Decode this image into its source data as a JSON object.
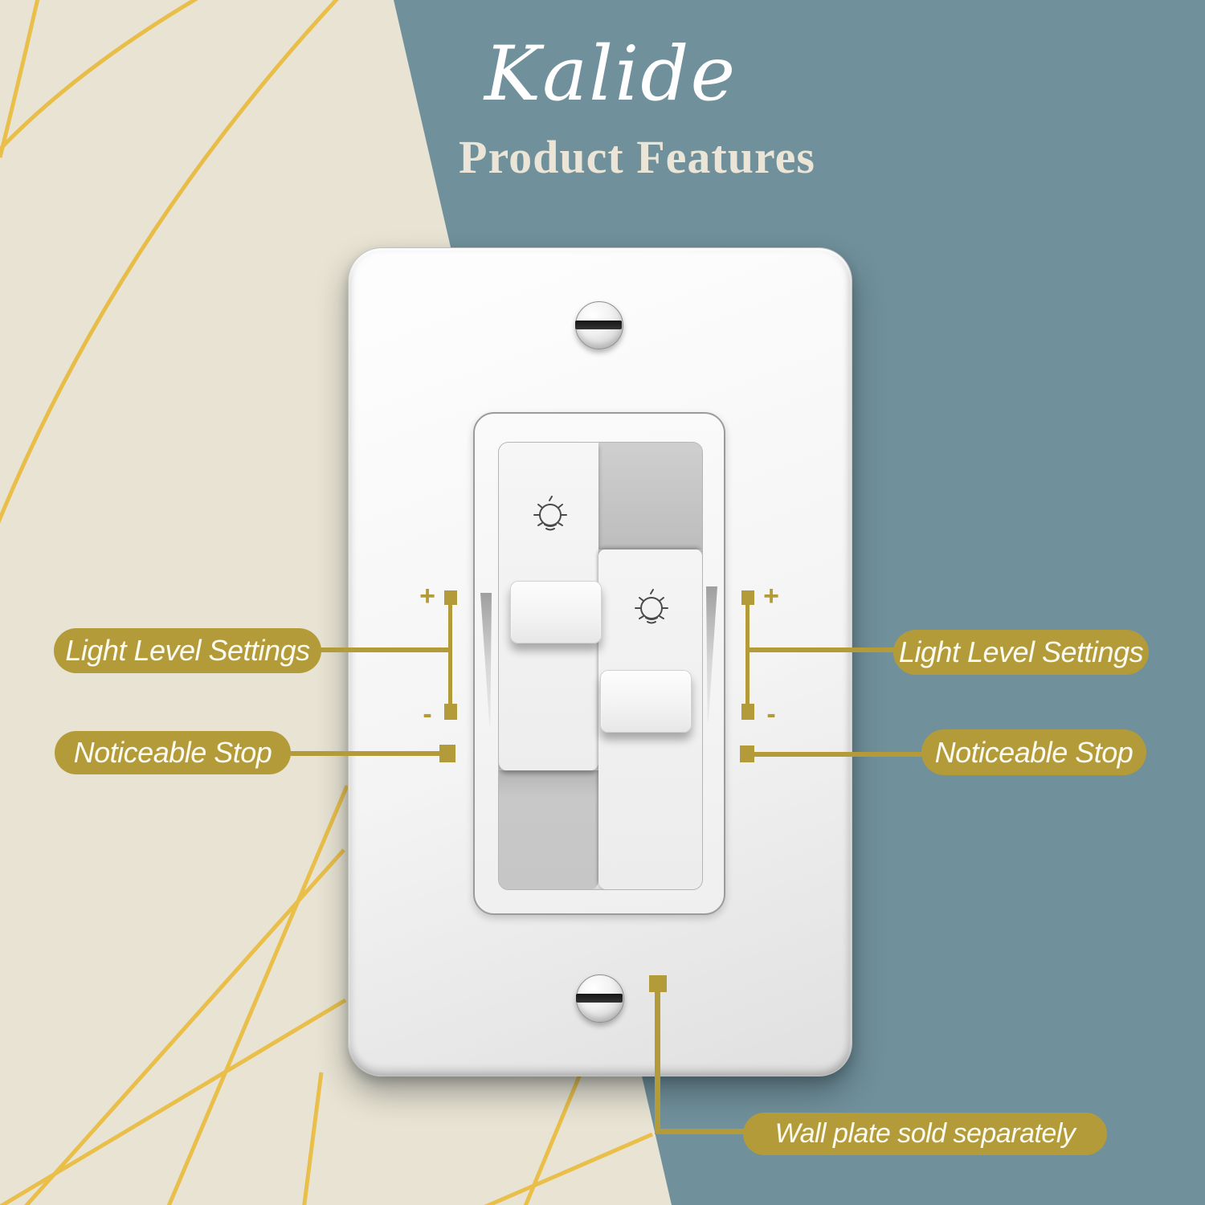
{
  "brand": "Kalide",
  "header": {
    "title": "Product Features"
  },
  "labels": {
    "left": {
      "light_level": "Light Level Settings",
      "stop": "Noticeable Stop",
      "plus": "+",
      "minus": "-"
    },
    "right": {
      "light_level": "Light Level Settings",
      "stop": "Noticeable Stop",
      "plus": "+",
      "minus": "-"
    },
    "bottom": {
      "wall_plate": "Wall plate sold separately"
    }
  },
  "switch": {
    "type": "dual-slide-dimmer",
    "sliders": [
      {
        "side": "left",
        "icon": "bulb-icon"
      },
      {
        "side": "right",
        "icon": "bulb-icon"
      }
    ],
    "screws": 2
  },
  "colors": {
    "teal_background": "#70909b",
    "cream_background": "#e8e3d3",
    "gold_callout": "#b49b39",
    "gold_line_dark": "#dfa92c",
    "gold_line_light": "#f3d567",
    "title_text": "#eae5d6",
    "brand_text": "#ffffff",
    "pill_text": "#fcfbf1"
  }
}
